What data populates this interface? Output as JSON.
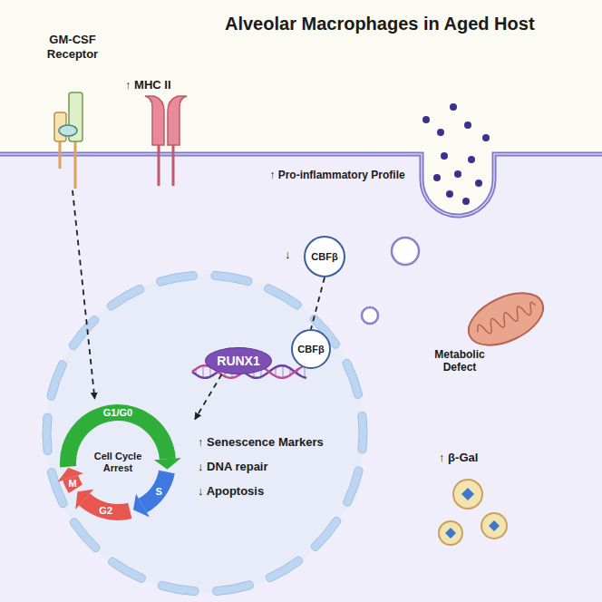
{
  "diagram": {
    "title": "Alveolar Macrophages in Aged Host",
    "nodes": [
      {
        "text": [
          "GM-CSF Receptor"
        ]
      },
      {
        "text": [
          "CBFβ"
        ]
      },
      {
        "text": [
          "RUNX1"
        ]
      },
      {
        "text": [
          "CBFβ"
        ]
      },
      {
        "text": [
          "G1/G0",
          "Cell Cycle Arrest",
          "S",
          "G2",
          "M"
        ]
      }
    ],
    "edges": [
      {
        "from": 0,
        "to": 4,
        "arrow": "to"
      },
      {
        "from": 1,
        "to": 3,
        "arrow": "none"
      },
      {
        "from": 2,
        "to": 4,
        "arrow": "to"
      }
    ],
    "labels": [
      "↑ MHC II",
      "↑ Pro-inflammatory Profile",
      "↓",
      "Metabolic Defect",
      "↑ Senescence Markers",
      "↓ DNA repair",
      "↓ Apoptosis",
      "↑ β-Gal"
    ]
  }
}
